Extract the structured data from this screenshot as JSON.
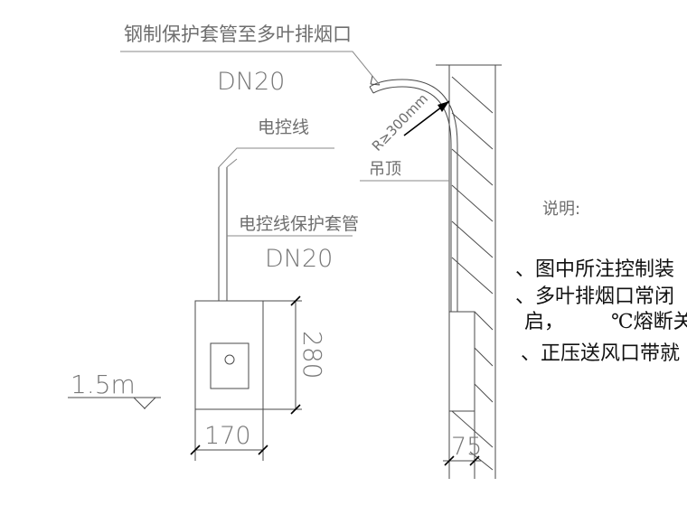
{
  "labels": {
    "steel_sleeve": "钢制保护套管至多叶排烟口",
    "steel_sleeve_size": "DN20",
    "radius": "R≥300mm",
    "ceiling": "吊顶",
    "control_wire": "电控线",
    "wire_sleeve": "电控线保护套管",
    "wire_sleeve_size": "DN20",
    "height": "1.5m",
    "dim_box_height": "280",
    "dim_box_width": "170",
    "dim_wall": "75"
  },
  "notes": {
    "heading": "说明:",
    "line1": "、图中所注控制装",
    "line2": "、多叶排烟口常闭",
    "line3a": "启，",
    "line3b": "℃熔断关",
    "line4": "、正压送风口带就"
  }
}
